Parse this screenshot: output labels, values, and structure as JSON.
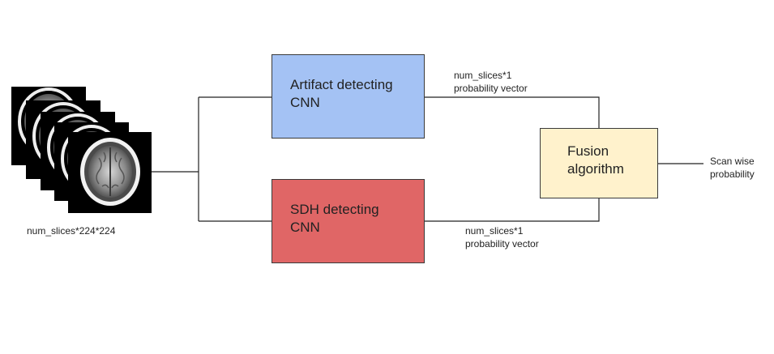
{
  "diagram": {
    "input": {
      "label": "num_slices*224*224"
    },
    "artifact_cnn": {
      "line1": "Artifact detecting",
      "line2": "CNN",
      "color": "#a4c2f4"
    },
    "sdh_cnn": {
      "line1": "SDH detecting",
      "line2": "CNN",
      "color": "#e06666"
    },
    "fusion": {
      "line1": "Fusion",
      "line2": "algorithm",
      "color": "#fff2cc"
    },
    "artifact_output": {
      "line1": "num_slices*1",
      "line2": "probability vector"
    },
    "sdh_output": {
      "line1": "num_slices*1",
      "line2": "probability vector"
    },
    "final_output": {
      "line1": "Scan wise",
      "line2": "probability"
    }
  }
}
